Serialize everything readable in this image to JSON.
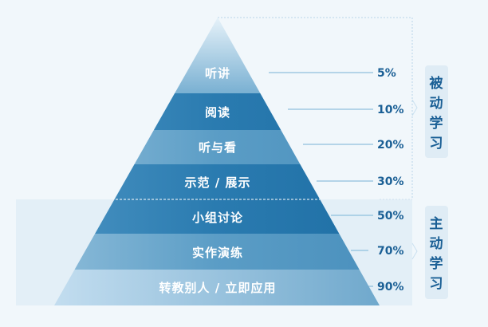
{
  "title": "学习金字塔",
  "levels": [
    {
      "label": "听讲",
      "percent": "5%",
      "value": 5
    },
    {
      "label": "阅读",
      "percent": "10%",
      "value": 10
    },
    {
      "label": "听与看",
      "percent": "20%",
      "value": 20
    },
    {
      "label": "示范 / 展示",
      "percent": "30%",
      "value": 30
    },
    {
      "label": "小组讨论",
      "percent": "50%",
      "value": 50
    },
    {
      "label": "实作演练",
      "percent": "70%",
      "value": 70
    },
    {
      "label": "转教别人 / 立即应用",
      "percent": "90%",
      "value": 90
    }
  ],
  "groups": {
    "passive": {
      "chars": [
        "被",
        "动",
        "学",
        "习"
      ]
    },
    "active": {
      "chars": [
        "主",
        "动",
        "学",
        "习"
      ]
    }
  },
  "colors": {
    "dark": "#2a7bb0",
    "medium": "#5b9dc6",
    "light": "#9cc7e0",
    "text": "#1a5f95"
  }
}
